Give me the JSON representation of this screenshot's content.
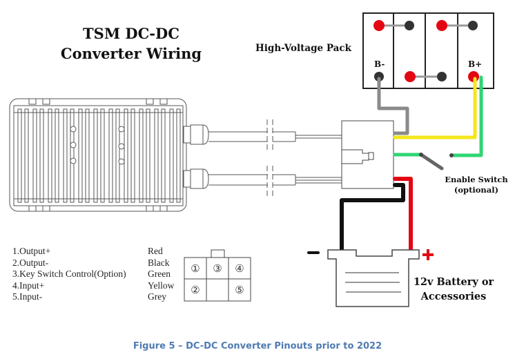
{
  "title": {
    "line1": "TSM DC-DC",
    "line2": "Converter Wiring"
  },
  "high_voltage_pack": {
    "label": "High-Voltage Pack",
    "negative_terminal": "B-",
    "positive_terminal": "B+",
    "cells": 4
  },
  "enable_switch": {
    "line1": "Enable Switch",
    "line2": "(optional)"
  },
  "battery": {
    "line1": "12v Battery or",
    "line2": "Accessories",
    "minus_symbol": "−",
    "plus_symbol": "+"
  },
  "pinout": [
    {
      "function": "1.Output+",
      "color": "Red"
    },
    {
      "function": "2.Output-",
      "color": "Black"
    },
    {
      "function": "3.Key Switch Control(Option)",
      "color": "Green"
    },
    {
      "function": "4.Input+",
      "color": "Yellow"
    },
    {
      "function": "5.Input-",
      "color": "Grey"
    }
  ],
  "connector": {
    "top_row": [
      "①",
      "③",
      "④"
    ],
    "bottom_row": [
      "②",
      "",
      "⑤"
    ]
  },
  "wire_colors": {
    "red": "#e30613",
    "black": "#111111",
    "green": "#2ed573",
    "yellow": "#f5e61a",
    "grey": "#8a8a8a"
  },
  "caption": "Figure 5 – DC-DC Converter Pinouts prior to 2022"
}
